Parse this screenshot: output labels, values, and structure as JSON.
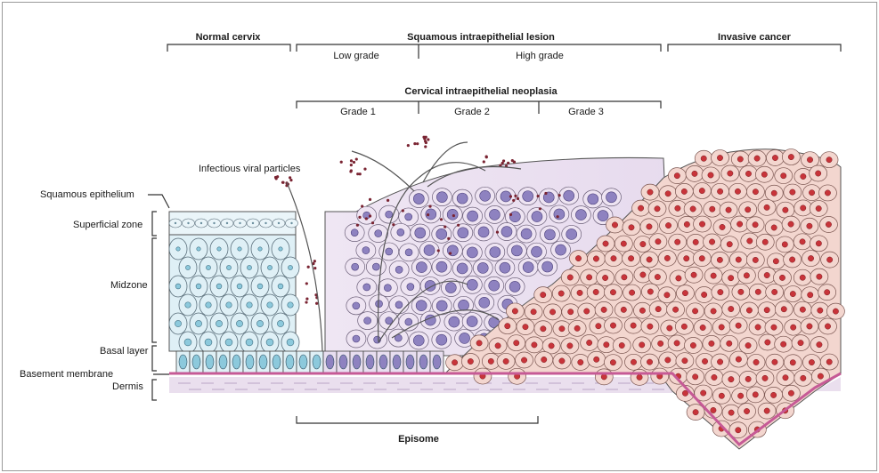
{
  "header": {
    "normal": "Normal cervix",
    "sil": "Squamous intraepithelial lesion",
    "invasive": "Invasive cancer",
    "low": "Low grade",
    "high": "High grade",
    "cin": "Cervical intraepithelial neoplasia",
    "grade1": "Grade 1",
    "grade2": "Grade 2",
    "grade3": "Grade 3"
  },
  "labels": {
    "viral": "Infectious viral particles",
    "squamous": "Squamous epithelium",
    "superficial": "Superficial zone",
    "midzone": "Midzone",
    "basal": "Basal layer",
    "basement": "Basement membrane",
    "dermis": "Dermis",
    "episome": "Episome"
  },
  "colors": {
    "normal_fill": "#dff0f6",
    "normal_nucleus": "#8cc9dc",
    "lesion_fill": "#ece2f0",
    "lesion_nucleus": "#8e82c0",
    "cancer_fill": "#f3d6cf",
    "cancer_nucleus": "#c8343a",
    "membrane": "#c65a96",
    "dermis": "#eadfee",
    "virion": "#7a2432"
  }
}
